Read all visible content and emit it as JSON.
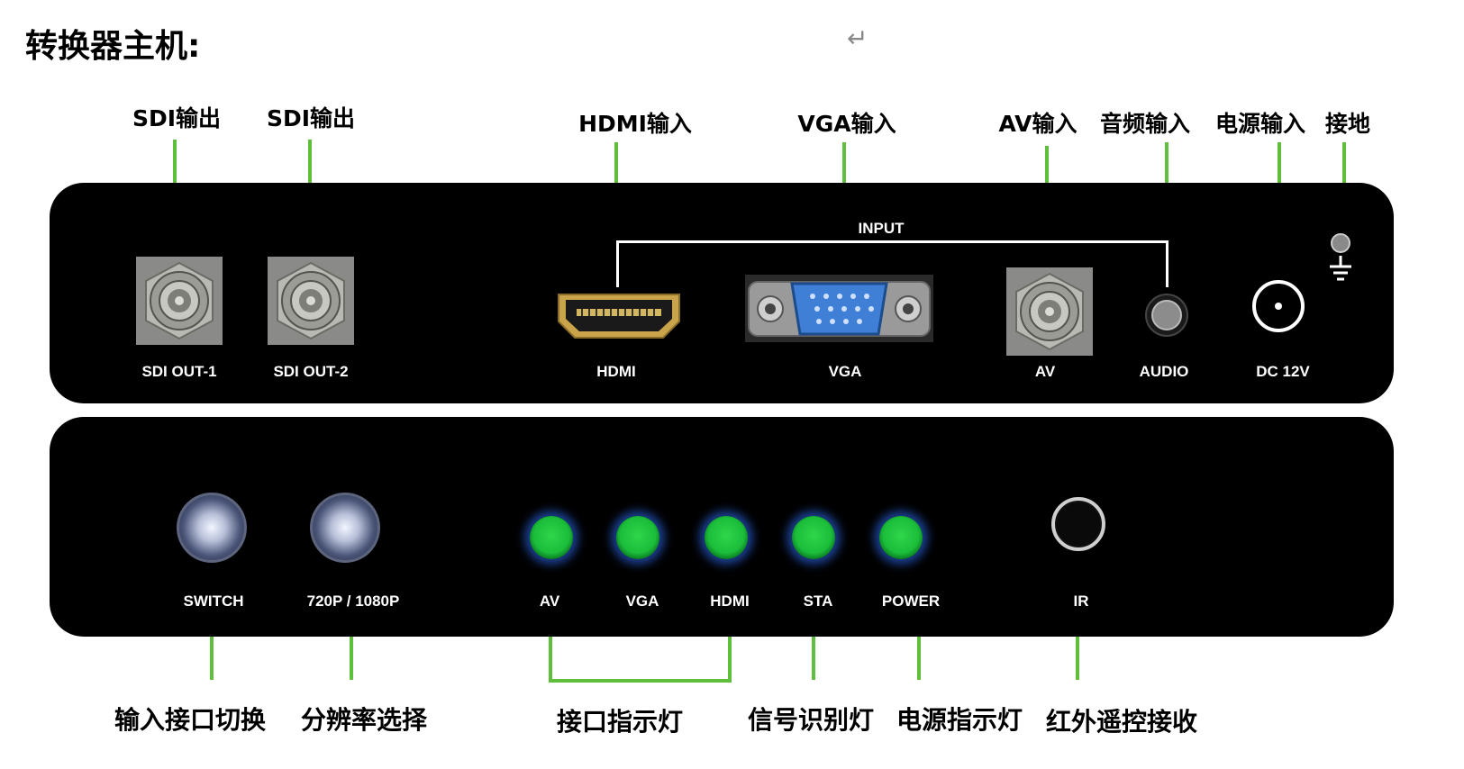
{
  "title": "转换器主机:",
  "return_mark": "↵",
  "top_labels": {
    "sdi1": "SDI输出",
    "sdi2": "SDI输出",
    "hdmi": "HDMI输入",
    "vga": "VGA输入",
    "av": "AV输入",
    "audio": "音频输入",
    "power": "电源输入",
    "ground": "接地"
  },
  "rear_panel": {
    "input_label": "INPUT",
    "ports": {
      "sdi_out_1": "SDI OUT-1",
      "sdi_out_2": "SDI OUT-2",
      "hdmi": "HDMI",
      "vga": "VGA",
      "av": "AV",
      "audio": "AUDIO",
      "dc": "DC 12V"
    }
  },
  "front_panel": {
    "controls": {
      "switch": "SWITCH",
      "resolution": "720P / 1080P",
      "led_av": "AV",
      "led_vga": "VGA",
      "led_hdmi": "HDMI",
      "led_sta": "STA",
      "led_power": "POWER",
      "ir": "IR"
    }
  },
  "bottom_labels": {
    "switch": "输入接口切换",
    "resolution": "分辨率选择",
    "interface_leds": "接口指示灯",
    "signal_led": "信号识别灯",
    "power_led": "电源指示灯",
    "ir": "红外遥控接收"
  },
  "colors": {
    "panel": "#000000",
    "leader_line": "#5fbf3c",
    "led": "#1bbd3a"
  }
}
